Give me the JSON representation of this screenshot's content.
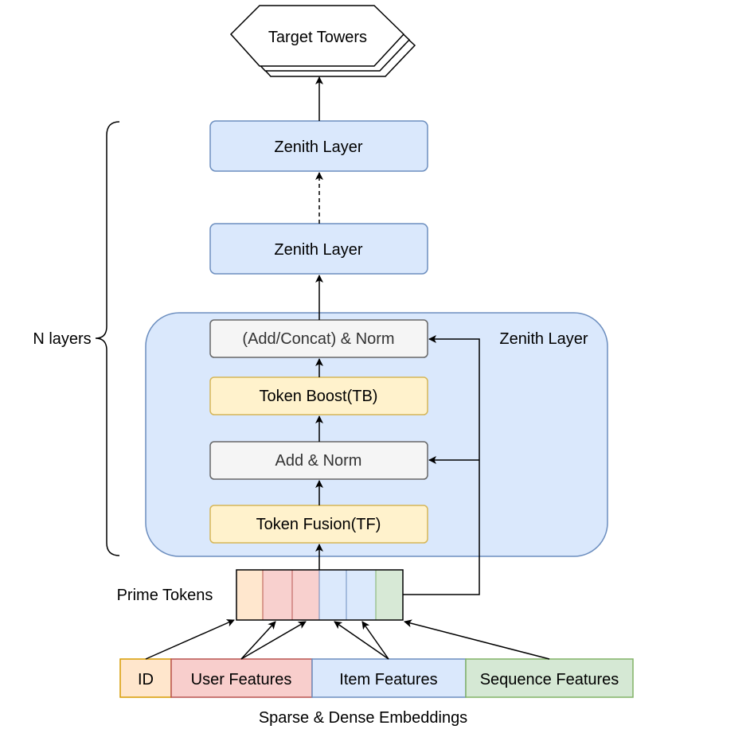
{
  "target": {
    "label": "Target Towers"
  },
  "brace": {
    "label": "N layers"
  },
  "stack": {
    "top_layer": "Zenith Layer",
    "mid_layer": "Zenith Layer"
  },
  "block": {
    "title": "Zenith Layer",
    "add_concat_norm": "(Add/Concat) & Norm",
    "token_boost": "Token Boost(TB)",
    "add_norm": "Add & Norm",
    "token_fusion": "Token Fusion(TF)"
  },
  "prime_tokens": {
    "label": "Prime Tokens",
    "cell_colors": [
      "#ffe6cc",
      "#f8cecc",
      "#f8cecc",
      "#dae8fc",
      "#dae8fc",
      "#d5e8d4"
    ]
  },
  "features": {
    "id": "ID",
    "user": "User Features",
    "item": "Item Features",
    "sequence": "Sequence Features"
  },
  "footer": {
    "label": "Sparse & Dense Embeddings"
  },
  "colors": {
    "blue_fill": "#dae8fc",
    "blue_stroke": "#6c8ebf",
    "yellow_fill": "#fff2cc",
    "yellow_stroke": "#d6b656",
    "gray_fill": "#f5f5f5",
    "gray_stroke": "#666666",
    "orange_fill": "#ffe6cc",
    "orange_stroke": "#d79b00",
    "red_fill": "#f8cecc",
    "red_stroke": "#b85450",
    "green_fill": "#d5e8d4",
    "green_stroke": "#82b366"
  }
}
